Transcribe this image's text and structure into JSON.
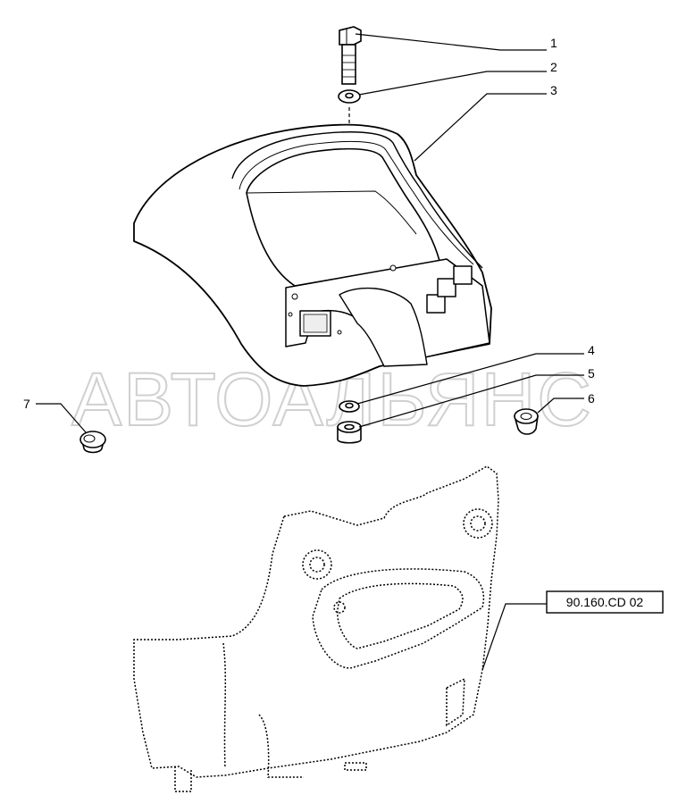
{
  "callouts": {
    "c1": "1",
    "c2": "2",
    "c3": "3",
    "c4": "4",
    "c5": "5",
    "c6": "6",
    "c7": "7"
  },
  "reference_box": "90.160.CD 02",
  "watermark": "АВТОАЛЬЯНС"
}
